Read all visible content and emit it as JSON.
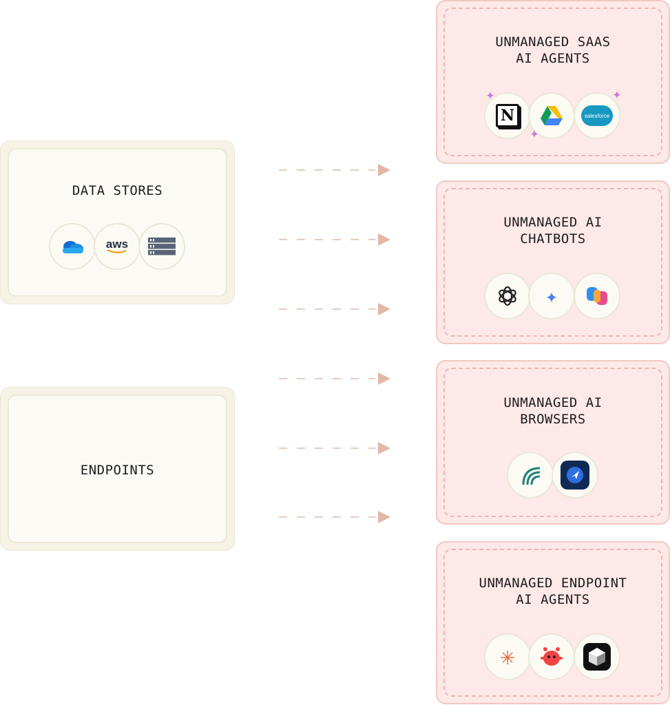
{
  "sources": [
    {
      "title": "DATA STORES",
      "icons": [
        "onedrive-icon",
        "aws-icon",
        "server-storage-icon"
      ],
      "aws_text": "aws"
    },
    {
      "title": "ENDPOINTS",
      "icons": []
    }
  ],
  "destinations": [
    {
      "title": "UNMANAGED SAAS\nAI AGENTS",
      "icons": [
        "notion-icon",
        "google-drive-icon",
        "salesforce-icon"
      ],
      "notion_text": "N",
      "salesforce_text": "salesforce"
    },
    {
      "title": "UNMANAGED AI\nCHATBOTS",
      "icons": [
        "chatgpt-icon",
        "gemini-icon",
        "copilot-icon"
      ]
    },
    {
      "title": "UNMANAGED AI\nBROWSERS",
      "icons": [
        "comet-browser-icon",
        "arc-browser-icon"
      ]
    },
    {
      "title": "UNMANAGED ENDPOINT\nAI AGENTS",
      "icons": [
        "claude-icon",
        "red-creature-icon",
        "cursor-icon"
      ]
    }
  ],
  "colors": {
    "source_bg": "#f6f3e6",
    "dest_bg": "#fde9e8",
    "arrow": "#e2b7a8",
    "sparkle": "#c77ad6"
  }
}
